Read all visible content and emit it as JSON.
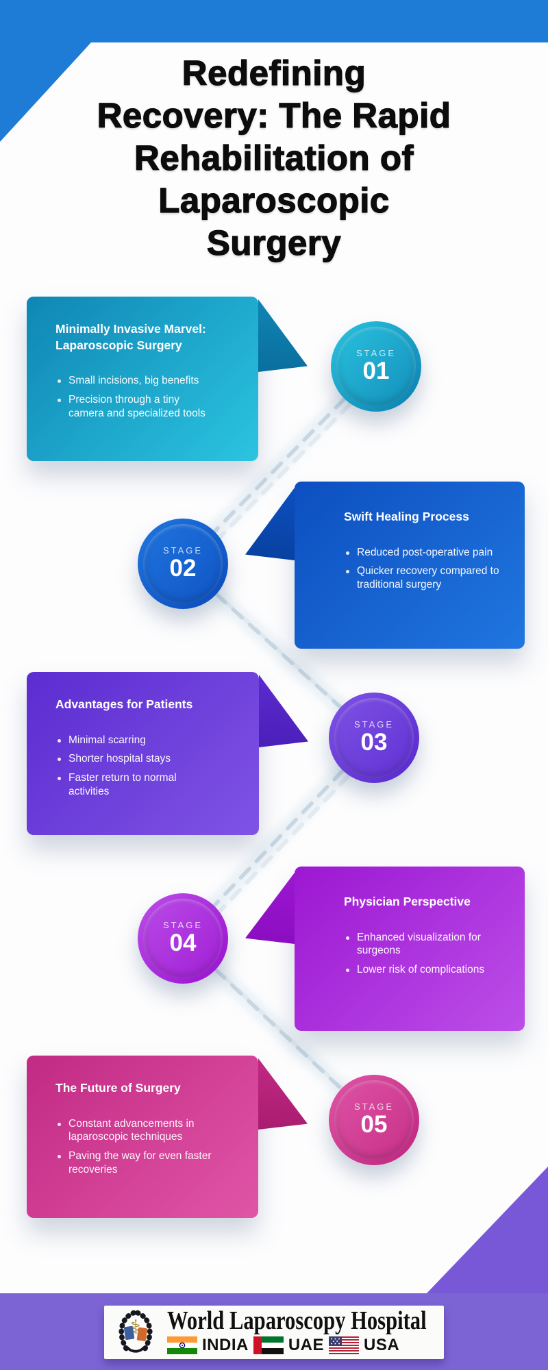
{
  "header": {
    "title_lines": [
      "Redefining",
      "Recovery: The Rapid",
      "Rehabilitation of",
      "Laparoscopic",
      "Surgery"
    ]
  },
  "stages": [
    {
      "label": "STAGE",
      "number": "01",
      "title": "Minimally Invasive Marvel: Laparoscopic Surgery",
      "bullets": [
        "Small incisions, big benefits",
        "Precision through a tiny camera and specialized tools"
      ],
      "colors": {
        "deep": "#0a6e9e",
        "dark": "#0f86b5",
        "light": "#2bc4e0"
      }
    },
    {
      "label": "STAGE",
      "number": "02",
      "title": "Swift Healing Process",
      "bullets": [
        "Reduced post-operative pain",
        "Quicker recovery compared to traditional surgery"
      ],
      "colors": {
        "deep": "#08409f",
        "dark": "#0d4fc0",
        "light": "#2076e0"
      }
    },
    {
      "label": "STAGE",
      "number": "03",
      "title": "Advantages for Patients",
      "bullets": [
        "Minimal scarring",
        "Shorter hospital stays",
        "Faster return to normal activities"
      ],
      "colors": {
        "deep": "#4a1fb8",
        "dark": "#5c2cd0",
        "light": "#7f53e6"
      }
    },
    {
      "label": "STAGE",
      "number": "04",
      "title": "Physician Perspective",
      "bullets": [
        "Enhanced visualization for surgeons",
        "Lower risk of complications"
      ],
      "colors": {
        "deep": "#8a0dc0",
        "dark": "#9c17d2",
        "light": "#bc4ee8"
      }
    },
    {
      "label": "STAGE",
      "number": "05",
      "title": "The Future of Surgery",
      "bullets": [
        "Constant advancements in laparoscopic techniques",
        "Paving the way for even faster recoveries"
      ],
      "colors": {
        "deep": "#a81d70",
        "dark": "#c22a84",
        "light": "#e055a6"
      }
    }
  ],
  "footer": {
    "brand": "World Laparoscopy Hospital",
    "countries": [
      "INDIA",
      "UAE",
      "USA"
    ]
  },
  "palette": {
    "header_blue": "#1e7cd6",
    "footer_purple": "#7c64d5",
    "footer_triangle": "#7958d8",
    "connector": "#c7d6e2",
    "title_color": "#0c0c0c"
  }
}
